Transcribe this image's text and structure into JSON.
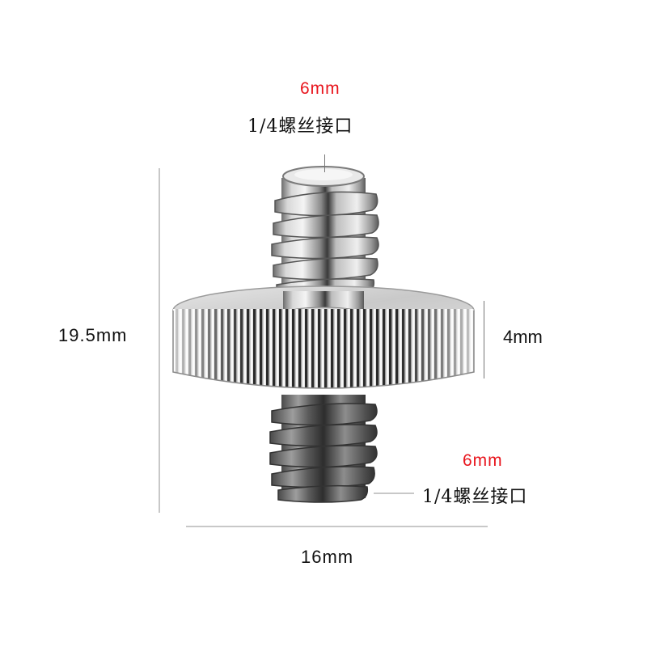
{
  "product": {
    "name": "double-ended 1/4 screw adapter",
    "colors": {
      "background": "#ffffff",
      "accent_red": "#e8141c",
      "text": "#111111",
      "dimension_line": "#c8c8c8"
    }
  },
  "annotations": {
    "top_thread": {
      "size": "6mm",
      "label": "1/4螺丝接口"
    },
    "bottom_thread": {
      "size": "6mm",
      "label": "1/4螺丝接口"
    },
    "total_height": "19.5mm",
    "knob_thickness": "4mm",
    "knob_diameter": "16mm"
  }
}
